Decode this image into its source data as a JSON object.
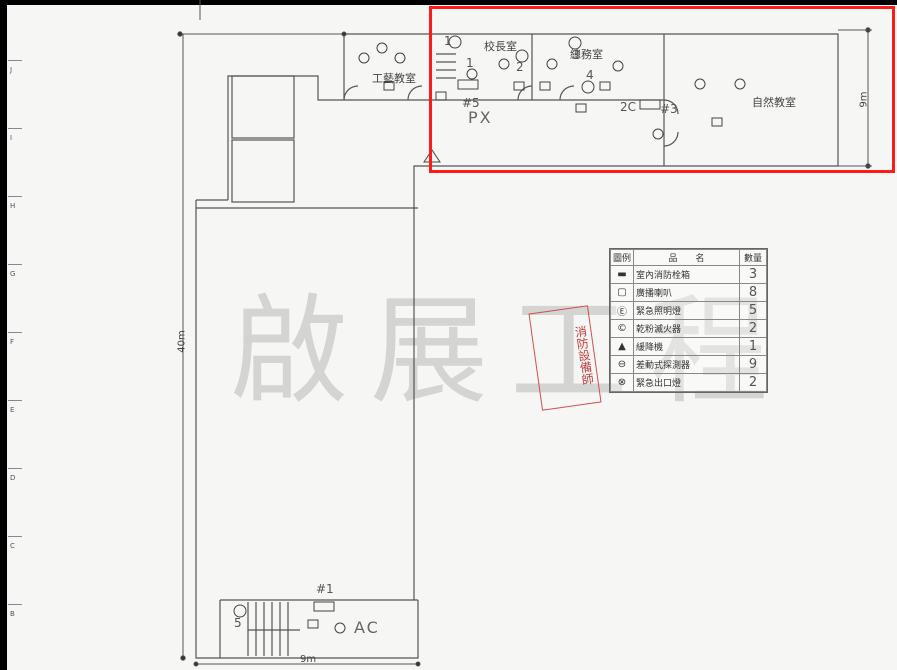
{
  "rooms": {
    "craft_room": "工藝教室",
    "principal_office": "校長室",
    "general_affairs": "總務室",
    "science_room": "自然教室"
  },
  "markers": {
    "n1_top": "1",
    "n1_paren": "1",
    "n2": "2",
    "n3": "3",
    "n4": "4",
    "n2c": "2C",
    "h3": "#3",
    "h5": "#5",
    "h1": "#1",
    "px": "PX",
    "ac": "AC",
    "n5": "5"
  },
  "dimensions": {
    "width_9m": "9m",
    "depth_9m": "9m",
    "length_40m": "40m"
  },
  "legend": {
    "headers": {
      "symbol": "圖例",
      "name": "品　　名",
      "qty": "數量"
    },
    "rows": [
      {
        "icon": "hydrant-box-icon",
        "name": "室內消防栓箱",
        "qty": "3"
      },
      {
        "icon": "speaker-icon",
        "name": "廣播喇叭",
        "qty": "8"
      },
      {
        "icon": "emergency-light-icon",
        "name": "緊急照明燈",
        "qty": "5"
      },
      {
        "icon": "extinguisher-icon",
        "name": "乾粉滅火器",
        "qty": "2"
      },
      {
        "icon": "descender-icon",
        "name": "緩降機",
        "qty": "1"
      },
      {
        "icon": "smoke-detector-icon",
        "name": "差動式探測器",
        "qty": "9"
      },
      {
        "icon": "exit-light-icon",
        "name": "緊急出口燈",
        "qty": "2"
      }
    ]
  },
  "watermark": "啟展工程",
  "seal_text": "消防設備師",
  "row_letters": [
    "J",
    "I",
    "H",
    "G",
    "F",
    "E",
    "D",
    "C",
    "B"
  ],
  "colors": {
    "highlight": "#ff1a1a",
    "seal": "#c04040",
    "line": "#555555"
  }
}
